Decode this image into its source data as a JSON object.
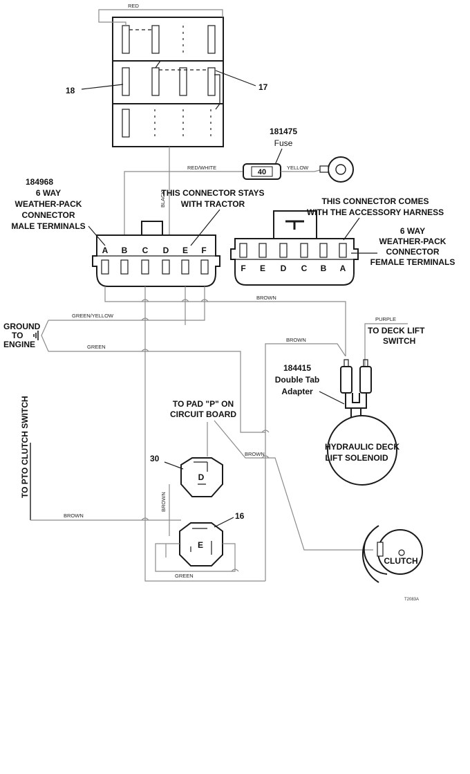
{
  "switch_block": {
    "callouts": {
      "left": "18",
      "right": "17"
    }
  },
  "fuse": {
    "part_number": "181475",
    "label": "Fuse",
    "rating": "40"
  },
  "male_connector": {
    "part_number": "184968",
    "line1": "6 WAY",
    "line2": "WEATHER-PACK",
    "line3": "CONNECTOR",
    "line4": "MALE TERMINALS",
    "pins": [
      "A",
      "B",
      "C",
      "D",
      "E",
      "F"
    ]
  },
  "tractor_note": {
    "line1": "THIS CONNECTOR STAYS",
    "line2": "WITH TRACTOR"
  },
  "harness_note": {
    "line1": "THIS CONNECTOR COMES",
    "line2": "WITH THE ACCESSORY HARNESS"
  },
  "female_connector": {
    "line1": "6 WAY",
    "line2": "WEATHER-PACK",
    "line3": "CONNECTOR",
    "line4": "FEMALE TERMINALS",
    "pins": [
      "F",
      "E",
      "D",
      "C",
      "B",
      "A"
    ]
  },
  "ground": {
    "line1": "GROUND",
    "line2": "TO",
    "line3": "ENGINE"
  },
  "deck_lift": {
    "line1": "TO DECK LIFT",
    "line2": "SWITCH"
  },
  "adapter": {
    "part_number": "184415",
    "line1": "Double Tab",
    "line2": "Adapter"
  },
  "solenoid": {
    "line1": "HYDRAULIC DECK",
    "line2": "LIFT SOLENOID"
  },
  "circuit_board": {
    "line1": "TO PAD \"P\" ON",
    "line2": "CIRCUIT BOARD"
  },
  "pto_switch": {
    "label": "TO PTO CLUTCH SWITCH"
  },
  "relay_d": {
    "callout": "30",
    "letter": "D"
  },
  "relay_e": {
    "callout": "16",
    "letter": "E"
  },
  "clutch": {
    "label": "CLUTCH"
  },
  "wire_labels": {
    "red": "RED",
    "red_white": "RED/WHITE",
    "yellow": "YELLOW",
    "black": "BLACK",
    "brown": "BROWN",
    "green_yellow": "GREEN/YELLOW",
    "green": "GREEN",
    "purple": "PURPLE"
  },
  "figure_code": "T2083A"
}
